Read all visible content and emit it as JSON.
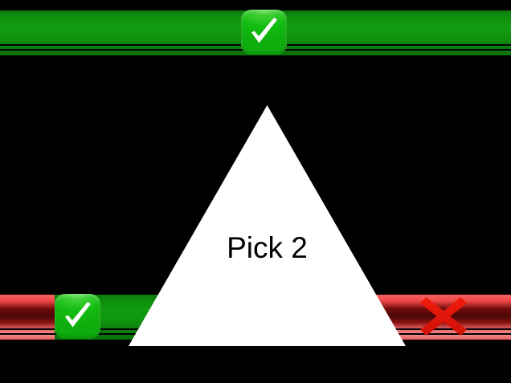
{
  "app": {
    "background_color": "#000000",
    "title": "Pick 2"
  },
  "prompt": {
    "label": "Pick 2",
    "shape": "triangle",
    "shape_fill": "#ffffff",
    "text_color": "#000000"
  },
  "top_bar": {
    "name": "top-progress-bar",
    "segments": [
      {
        "id": "top-left-segment",
        "state": "correct",
        "color": "#0f9c0f",
        "start_pct": 0,
        "width_pct": 100
      }
    ],
    "marker": {
      "id": "top-status-marker",
      "icon": "check-mark-button-icon",
      "glyph": "✅",
      "state": "correct",
      "color": "#12bc10",
      "position_pct": 50
    }
  },
  "bottom_bar": {
    "name": "bottom-progress-bar",
    "segments": [
      {
        "id": "bottom-left-red-segment",
        "state": "incorrect",
        "color": "#e04a49",
        "start_pct": 0,
        "width_pct": 10.7
      },
      {
        "id": "bottom-green-segment",
        "state": "correct",
        "color": "#0f9c0f",
        "start_pct": 10.7,
        "width_pct": 20.4
      },
      {
        "id": "bottom-right-red-segment",
        "state": "incorrect",
        "color": "#e04a49",
        "start_pct": 31.1,
        "width_pct": 68.9
      }
    ],
    "markers": [
      {
        "id": "bottom-left-status-marker",
        "icon": "check-mark-button-icon",
        "glyph": "✅",
        "state": "correct",
        "color": "#12bc10",
        "position_pct": 10.7
      },
      {
        "id": "bottom-right-status-marker",
        "icon": "cross-mark-icon",
        "glyph": "❌",
        "state": "incorrect",
        "color": "#eb1b0c",
        "position_pct": 81.8
      }
    ]
  },
  "colors": {
    "correct": "#12bc10",
    "incorrect": "#eb1b0c",
    "shape": "#ffffff",
    "background": "#000000"
  }
}
